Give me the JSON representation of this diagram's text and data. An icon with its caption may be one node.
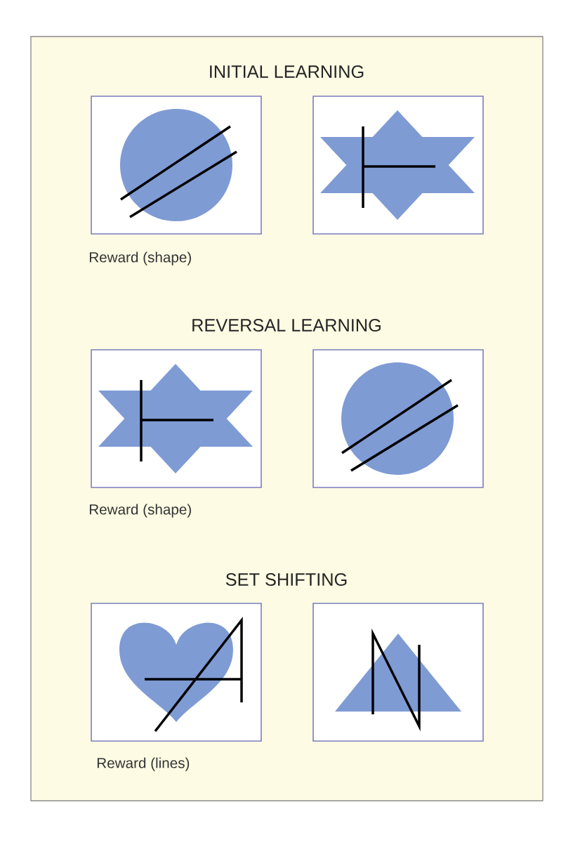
{
  "diagram": {
    "labels": [
      "INITIAL LEARNING",
      "Reward (shape)",
      "REVERSAL LEARNING",
      "Reward (shape)",
      "SET SHIFTING",
      "Reward (lines)"
    ]
  }
}
